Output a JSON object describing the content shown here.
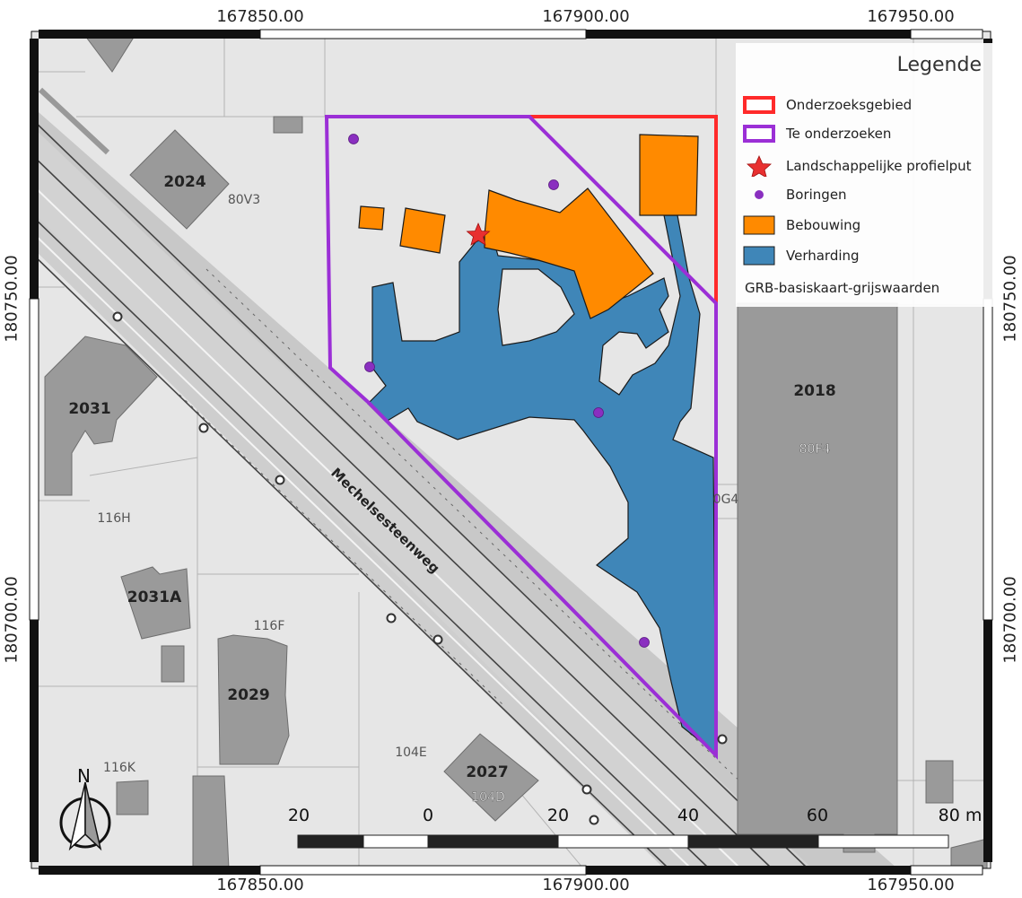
{
  "coordinates": {
    "x_labels": [
      "167850.00",
      "167900.00",
      "167950.00"
    ],
    "y_labels": [
      "180750.00",
      "180700.00"
    ]
  },
  "legend": {
    "title": "Legende",
    "items": [
      {
        "label": "Onderzoeksgebied",
        "symbol": "outline",
        "color": "#ff2a2a"
      },
      {
        "label": "Te onderzoeken",
        "symbol": "outline",
        "color": "#9b2fd6"
      },
      {
        "label": "Landschappelijke profielput",
        "symbol": "star",
        "color": "#e83030"
      },
      {
        "label": "Boringen",
        "symbol": "dot",
        "color": "#8a2fc0"
      },
      {
        "label": "Bebouwing",
        "symbol": "fill",
        "color": "#ff8a00"
      },
      {
        "label": "Verharding",
        "symbol": "fill",
        "color": "#3f86b8"
      }
    ],
    "basemap_note": "GRB-basiskaart-grijswaarden"
  },
  "map_labels": {
    "street": "Mechelsesteenweg",
    "buildings": [
      "2024",
      "2031",
      "2031A",
      "2029",
      "2027",
      "2018"
    ],
    "parcels": [
      "80V3",
      "116H",
      "116F",
      "104E",
      "104D",
      "116K",
      "80F4",
      "0G4"
    ]
  },
  "scale_bar": {
    "labels": [
      "20",
      "0",
      "20",
      "40",
      "60",
      "80 m"
    ]
  },
  "north_arrow": {
    "label": "N"
  },
  "colors": {
    "onderzoeksgebied": "#ff2a2a",
    "te_onderzoeken": "#9b2fd6",
    "bebouwing": "#ff8a00",
    "verharding": "#3f86b8",
    "boringen": "#8a2fc0",
    "profielput": "#e83030"
  }
}
